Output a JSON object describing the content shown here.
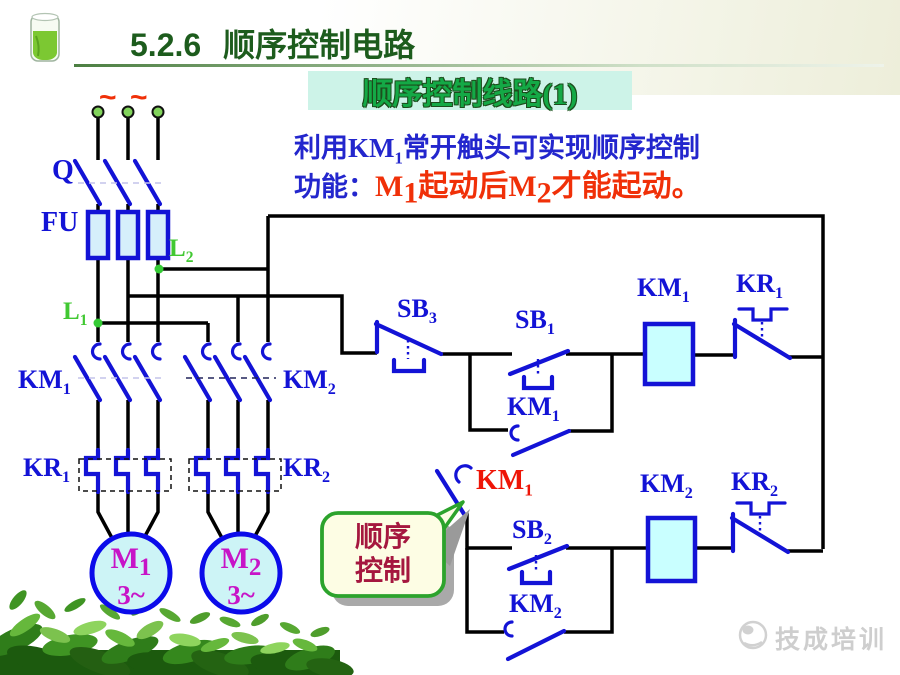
{
  "slide": {
    "title_num": "5.2.6",
    "title_text": "顺序控制电路",
    "banner": "顺序控制线路(1)",
    "desc": {
      "l1_pre": "利用",
      "l1_km": "KM",
      "l1_km_s": "1",
      "l1_rest": "常开触头可实现顺序控制",
      "l2_label": "功能：",
      "l2_m1": "M",
      "l2_m1_s": "1",
      "l2_mid": "起动后",
      "l2_m2": "M",
      "l2_m2_s": "2",
      "l2_end": "才能起动。"
    }
  },
  "circuit": {
    "labels": {
      "tilde_a": "~",
      "tilde_b": "~",
      "q": {
        "t": "Q"
      },
      "fu": {
        "t": "FU"
      },
      "l2": {
        "t": "L",
        "s": "2"
      },
      "l1": {
        "t": "L",
        "s": "1"
      },
      "km1_power": {
        "t": "KM",
        "s": "1"
      },
      "km2_power": {
        "t": "KM",
        "s": "2"
      },
      "kr1_power": {
        "t": "KR",
        "s": "1"
      },
      "kr2_power": {
        "t": "KR",
        "s": "2"
      },
      "m1": {
        "t": "M",
        "s": "1",
        "phase": "3~"
      },
      "m2": {
        "t": "M",
        "s": "2",
        "phase": "3~"
      },
      "sb3": {
        "t": "SB",
        "s": "3"
      },
      "sb1": {
        "t": "SB",
        "s": "1"
      },
      "sb2": {
        "t": "SB",
        "s": "2"
      },
      "km1_hold": {
        "t": "KM",
        "s": "1"
      },
      "km2_hold": {
        "t": "KM",
        "s": "2"
      },
      "km1_seq": {
        "t": "KM",
        "s": "1"
      },
      "km1_coil": {
        "t": "KM",
        "s": "1"
      },
      "km2_coil": {
        "t": "KM",
        "s": "2"
      },
      "kr1_nc": {
        "t": "KR",
        "s": "1"
      },
      "kr2_nc": {
        "t": "KR",
        "s": "2"
      }
    }
  },
  "callout": {
    "line1": "顺序",
    "line2": "控制"
  },
  "watermark": {
    "text": "技成培训"
  },
  "colors": {
    "title_green": "#1d5c1d",
    "divider": "#4c7f42",
    "banner_text": "#14a946",
    "banner_bg": "#cdf3e8",
    "text_blue": "#2326cd",
    "text_red": "#f03008",
    "wire": "#000000",
    "symbol_blue": "#1313d6",
    "node_green": "#35cb35",
    "label_green": "#41c832",
    "terminal_fill": "#82d45c",
    "fuse_fill": "#d6effb",
    "coil_fill": "#c9ffff",
    "motor_text": "#c714c7",
    "red_label": "#ee1507",
    "callout_bg": "#fdfde4",
    "callout_border": "#2ca32c",
    "callout_text": "#a5173f",
    "watermark": "#c6c6c6"
  }
}
